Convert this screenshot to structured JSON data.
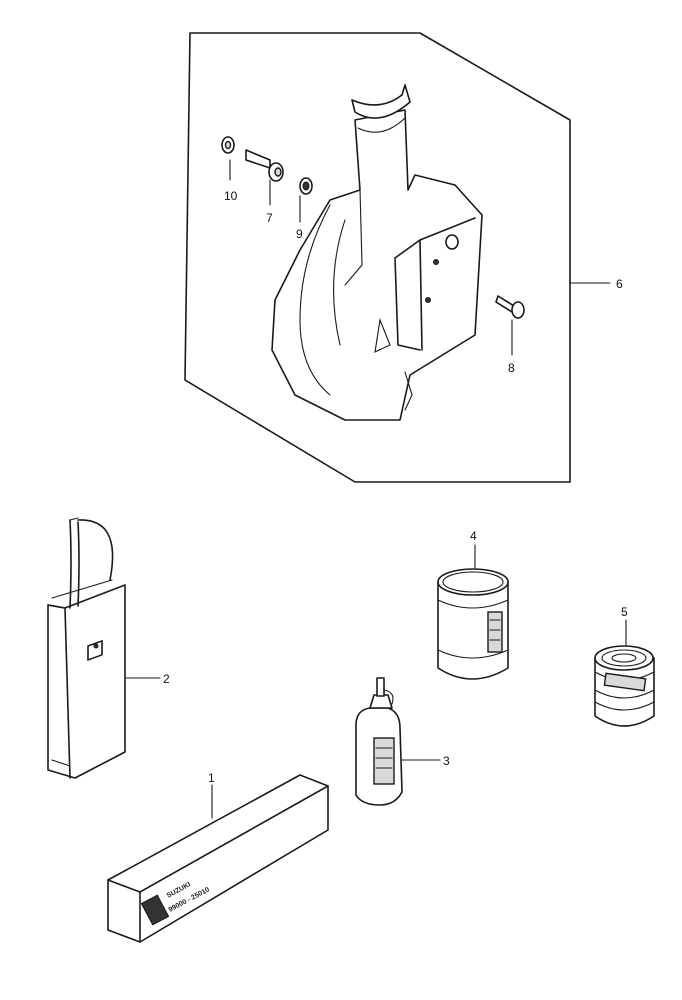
{
  "diagram": {
    "callouts": {
      "part1": "1",
      "part2": "2",
      "part3": "3",
      "part4": "4",
      "part5": "5",
      "part6": "6",
      "part7": "7",
      "part8": "8",
      "part9": "9",
      "part10": "10"
    },
    "box_text": {
      "line1": "SUZUKI",
      "line2": "99000 - 25010"
    }
  }
}
